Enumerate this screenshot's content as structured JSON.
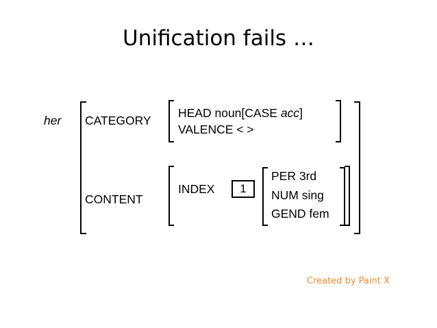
{
  "title": "Unification fails …",
  "avm": {
    "word": "her",
    "category": {
      "label": "CATEGORY",
      "head_prefix": "HEAD noun[CASE",
      "case_value": "acc",
      "head_suffix": "]",
      "valence": "VALENCE < >"
    },
    "content": {
      "label": "CONTENT",
      "index_label": "INDEX",
      "tag": "1",
      "per": "PER 3rd",
      "num": "NUM sing",
      "gend": "GEND fem"
    }
  },
  "watermark": "Created by Paint X",
  "colors": {
    "watermark": "#f08a2a",
    "text": "#000000"
  }
}
